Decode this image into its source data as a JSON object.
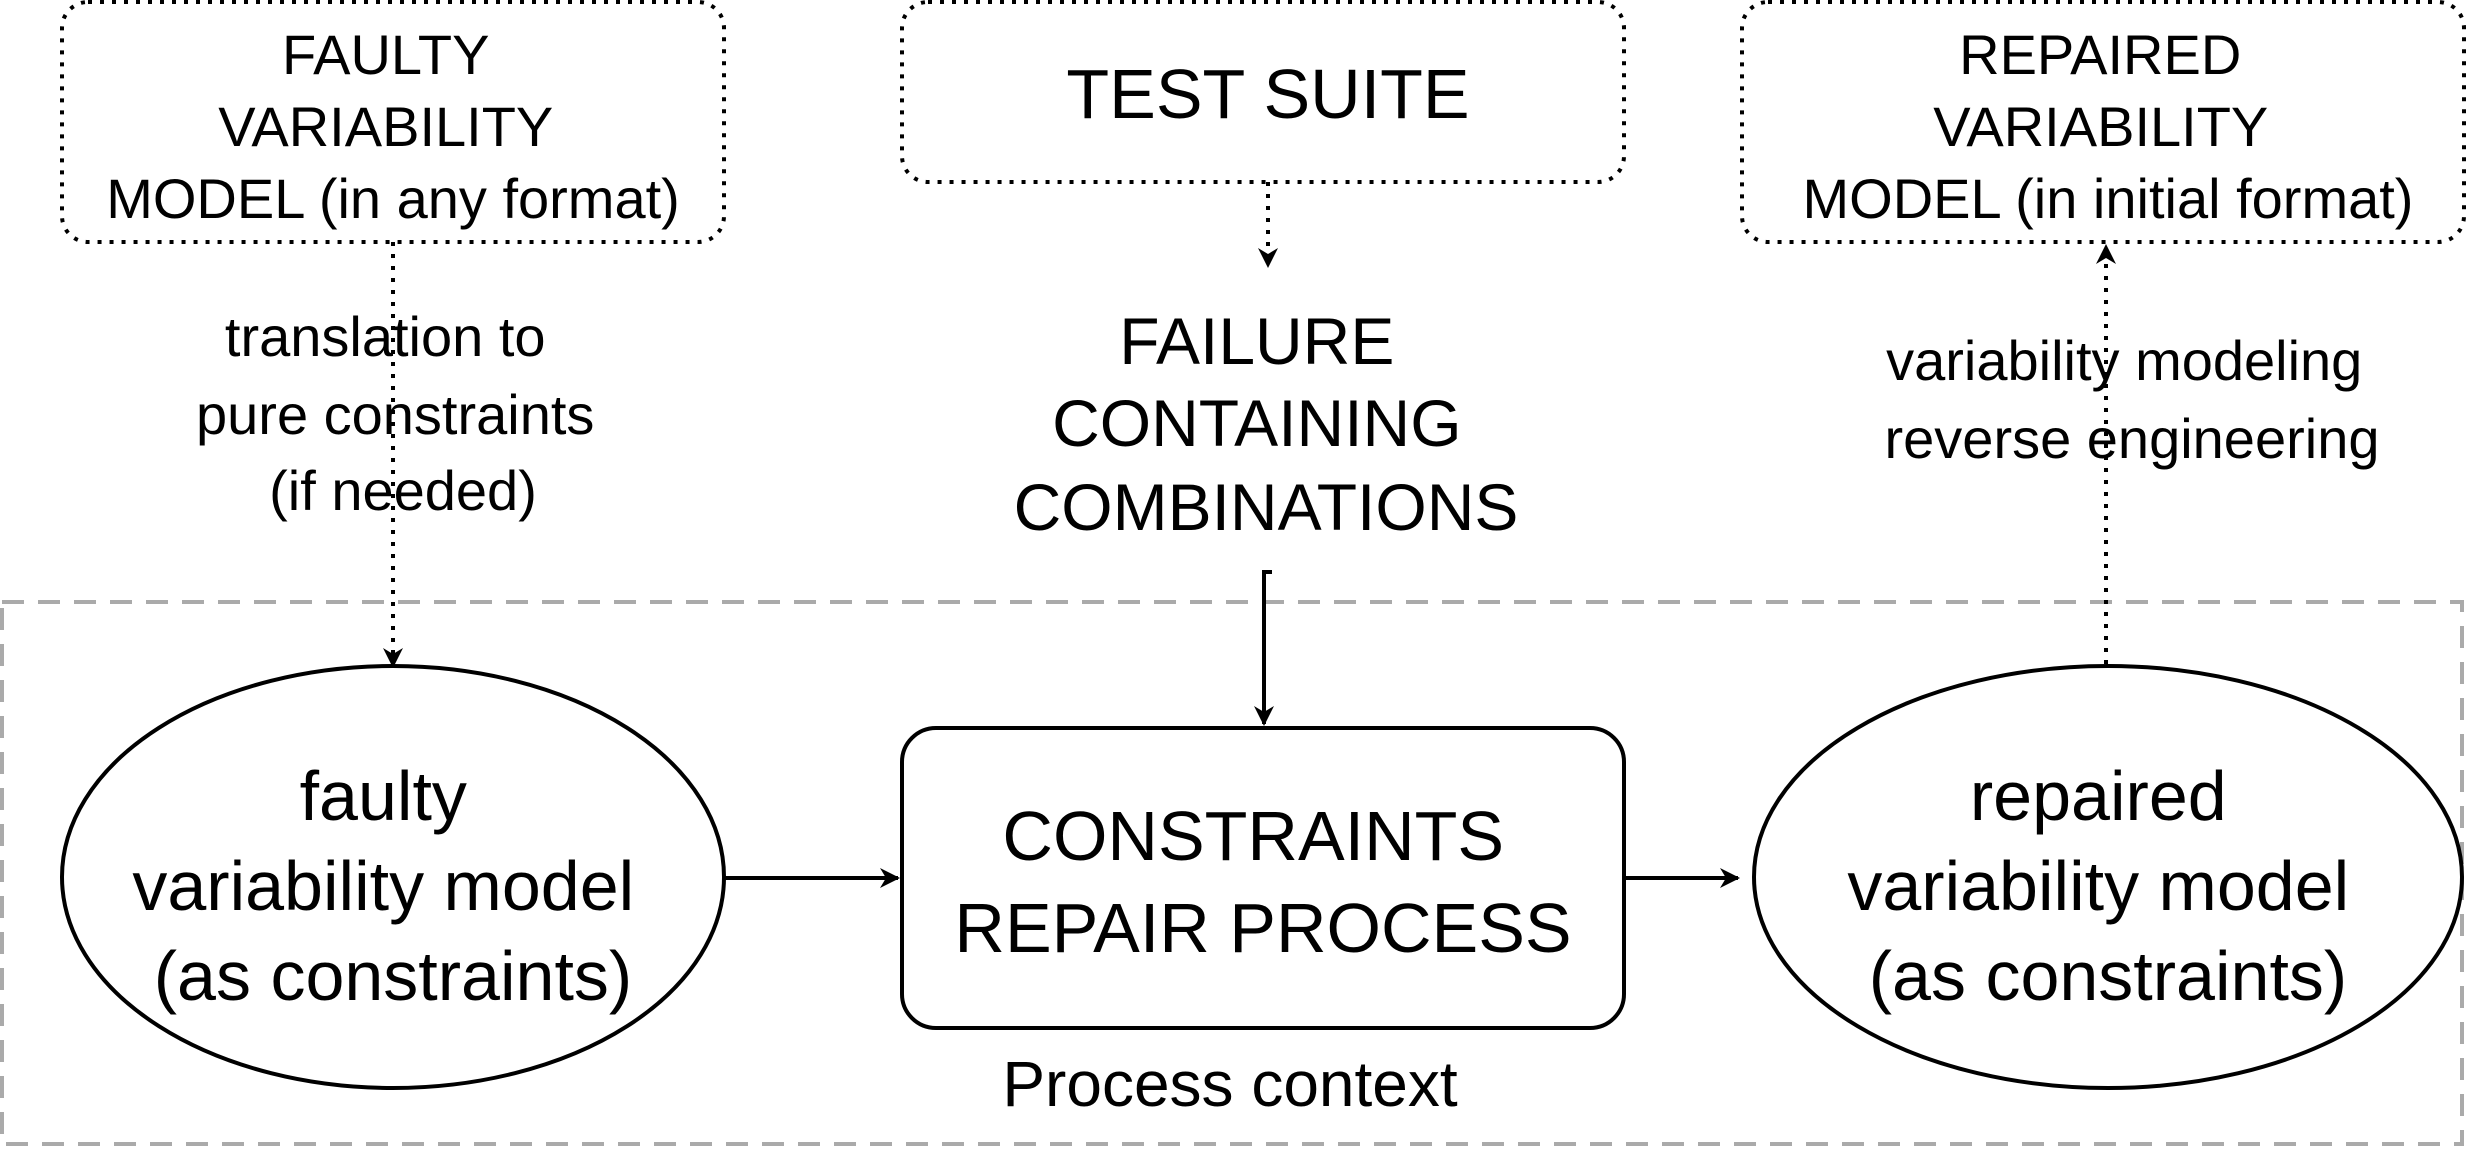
{
  "nodes": {
    "faulty_input": {
      "lines": [
        "FAULTY",
        "VARIABILITY",
        "MODEL (in any format)"
      ]
    },
    "test_suite": {
      "lines": [
        "TEST SUITE"
      ]
    },
    "repaired_output": {
      "lines": [
        "REPAIRED",
        "VARIABILITY",
        "MODEL (in initial format)"
      ]
    },
    "failure_combinations": {
      "lines": [
        "FAILURE",
        "CONTAINING",
        "COMBINATIONS"
      ]
    },
    "faulty_constraints": {
      "lines": [
        "faulty",
        "variability model",
        "(as constraints)"
      ]
    },
    "repair_process": {
      "lines": [
        "CONSTRAINTS",
        "REPAIR PROCESS"
      ]
    },
    "repaired_constraints": {
      "lines": [
        "repaired",
        "variability model",
        "(as constraints)"
      ]
    }
  },
  "edge_labels": {
    "translation": [
      "translation to",
      "pure constraints",
      "(if needed)"
    ],
    "reverse_engineering": [
      "variability modeling",
      "reverse engineering"
    ]
  },
  "context": {
    "label": "Process context"
  }
}
